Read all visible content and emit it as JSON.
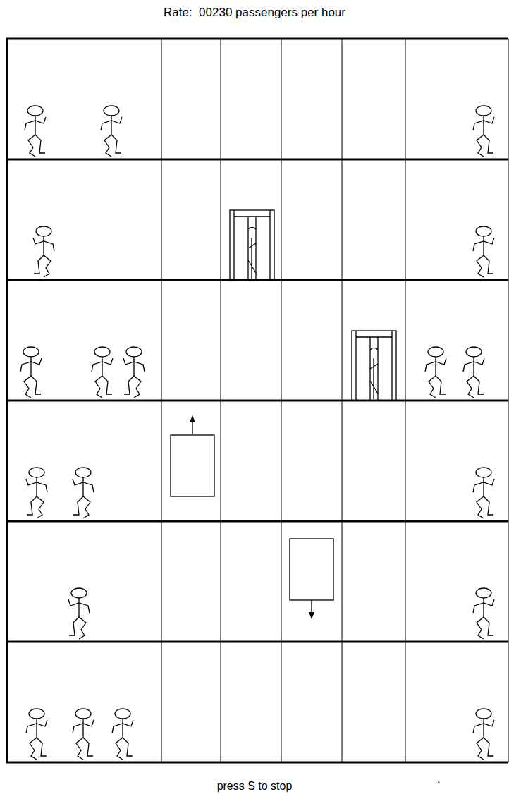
{
  "diagram": {
    "title": "Rate:  00230 passengers per hour",
    "caption": "press S to stop",
    "labels": [
      "."
    ]
  }
}
